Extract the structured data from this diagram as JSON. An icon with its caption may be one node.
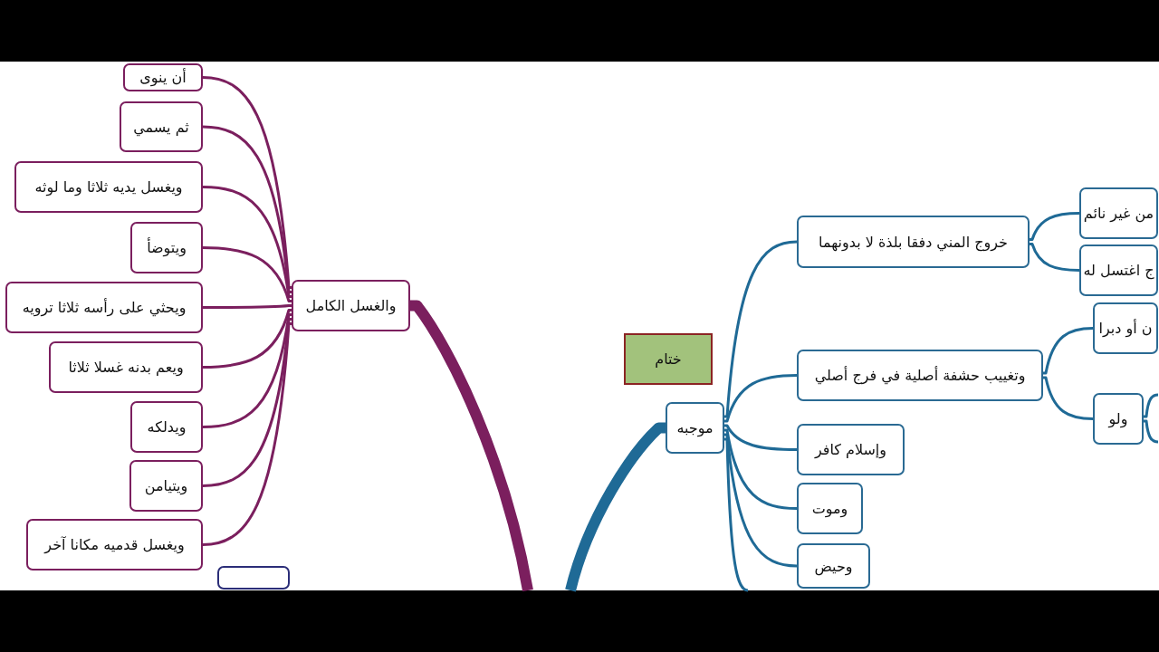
{
  "diagram": {
    "nodes": [
      {
        "text": [
          "والغسل الكامل"
        ]
      },
      {
        "text": [
          "أن ينوى"
        ]
      },
      {
        "text": [
          "ثم يسمي"
        ]
      },
      {
        "text": [
          "ويغسل يديه ثلاثا وما لوثه"
        ]
      },
      {
        "text": [
          "ويتوضأ"
        ]
      },
      {
        "text": [
          "ويحثي على رأسه ثلاثا ترويه"
        ]
      },
      {
        "text": [
          "ويعم بدنه غسلا ثلاثا"
        ]
      },
      {
        "text": [
          "ويدلكه"
        ]
      },
      {
        "text": [
          "ويتيامن"
        ]
      },
      {
        "text": [
          "ويغسل قدميه مكانا آخر"
        ]
      },
      {
        "text": [],
        "shape": "box"
      },
      {
        "text": [
          "ختام"
        ]
      },
      {
        "text": [
          "موجبه"
        ]
      },
      {
        "text": [
          "خروج المني دفقا بلذة لا بدونهما"
        ]
      },
      {
        "text": [
          "من غير نائم"
        ]
      },
      {
        "text": [
          "ج اغتسل له"
        ]
      },
      {
        "text": [
          "وتغييب حشفة أصلية في فرج أصلي"
        ]
      },
      {
        "text": [
          "ن أو دبرا"
        ]
      },
      {
        "text": [
          "ولو"
        ]
      },
      {
        "text": [
          "وإسلام كافر"
        ]
      },
      {
        "text": [
          "وموت"
        ]
      },
      {
        "text": [
          "وحيض"
        ]
      }
    ],
    "edges": [
      {
        "from": 0,
        "to": 1,
        "arrow": "none",
        "color": "#7b1f5e"
      },
      {
        "from": 0,
        "to": 2,
        "arrow": "none",
        "color": "#7b1f5e"
      },
      {
        "from": 0,
        "to": 3,
        "arrow": "none",
        "color": "#7b1f5e"
      },
      {
        "from": 0,
        "to": 4,
        "arrow": "none",
        "color": "#7b1f5e"
      },
      {
        "from": 0,
        "to": 5,
        "arrow": "none",
        "color": "#7b1f5e"
      },
      {
        "from": 0,
        "to": 6,
        "arrow": "none",
        "color": "#7b1f5e"
      },
      {
        "from": 0,
        "to": 7,
        "arrow": "none",
        "color": "#7b1f5e"
      },
      {
        "from": 0,
        "to": 8,
        "arrow": "none",
        "color": "#7b1f5e"
      },
      {
        "from": 0,
        "to": 9,
        "arrow": "none",
        "color": "#7b1f5e"
      },
      {
        "from": null,
        "to": 0,
        "arrow": "none",
        "style": "thick",
        "color": "#7b1f5e"
      },
      {
        "from": null,
        "to": 12,
        "arrow": "none",
        "style": "thick"
      },
      {
        "from": 12,
        "to": 13,
        "arrow": "none"
      },
      {
        "from": 12,
        "to": 16,
        "arrow": "none"
      },
      {
        "from": 12,
        "to": 19,
        "arrow": "none"
      },
      {
        "from": 12,
        "to": 20,
        "arrow": "none"
      },
      {
        "from": 12,
        "to": 21,
        "arrow": "none"
      },
      {
        "from": 12,
        "to": null,
        "arrow": "none"
      },
      {
        "from": 13,
        "to": 14,
        "arrow": "none"
      },
      {
        "from": 13,
        "to": 15,
        "arrow": "none"
      },
      {
        "from": 16,
        "to": 17,
        "arrow": "none"
      },
      {
        "from": 16,
        "to": 18,
        "arrow": "none"
      },
      {
        "from": 18,
        "to": null,
        "arrow": "none"
      },
      {
        "from": 18,
        "to": null,
        "arrow": "none"
      }
    ]
  }
}
